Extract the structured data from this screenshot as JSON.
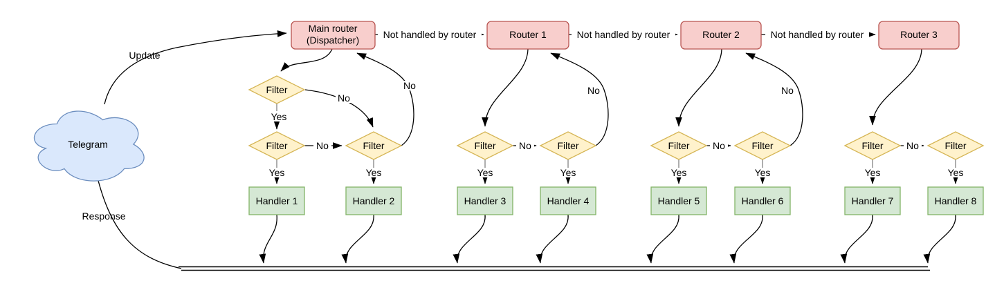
{
  "nodes": {
    "telegram": "Telegram",
    "main_router_line1": "Main router",
    "main_router_line2": "(Dispatcher)",
    "routers": [
      "Router 1",
      "Router 2",
      "Router 3"
    ],
    "filter": "Filter",
    "handlers": [
      "Handler 1",
      "Handler 2",
      "Handler 3",
      "Handler 4",
      "Handler 5",
      "Handler 6",
      "Handler 7",
      "Handler 8"
    ]
  },
  "edge_labels": {
    "update": "Update",
    "response": "Response",
    "yes": "Yes",
    "no": "No",
    "not_handled": "Not handled by router"
  },
  "colors": {
    "router_fill": "#f8cecc",
    "router_stroke": "#b85450",
    "filter_fill": "#fff2cc",
    "filter_stroke": "#d6b656",
    "handler_fill": "#d5e8d4",
    "handler_stroke": "#82b366",
    "cloud_fill": "#dae8fc",
    "cloud_stroke": "#6c8ebf",
    "edge": "#000000",
    "edge_stub": "#999999",
    "background": "#ffffff"
  }
}
